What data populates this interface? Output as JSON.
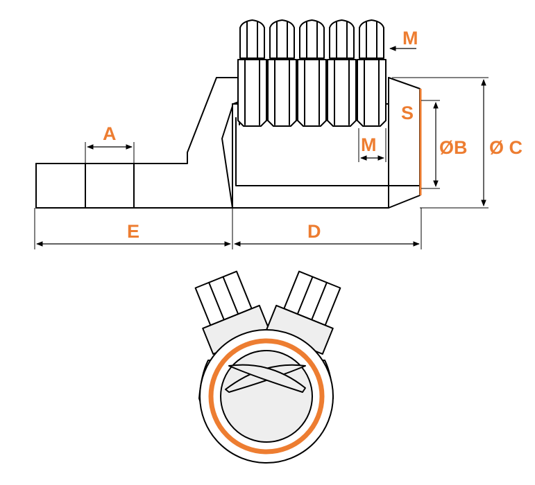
{
  "diagram": {
    "accent_color": "#ED7D31",
    "line_color": "#000000",
    "labels": {
      "top_m": "M",
      "mid_m": "M",
      "a": "A",
      "s": "S",
      "b": "ØB",
      "c": "Ø C",
      "e": "E",
      "d": "D"
    },
    "side_view": {
      "bolt_count": 5
    },
    "end_view": {
      "bolt_count": 2
    }
  }
}
